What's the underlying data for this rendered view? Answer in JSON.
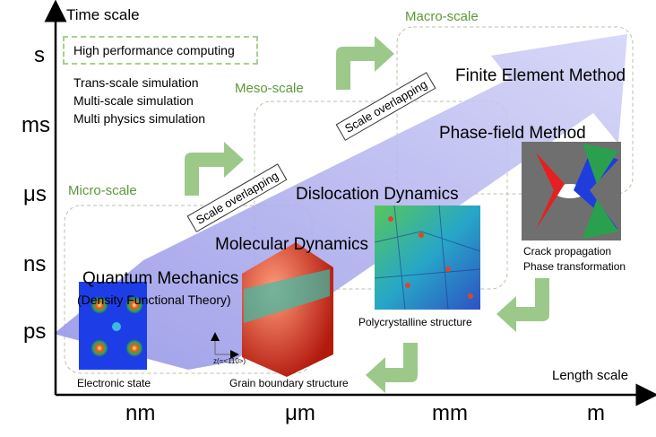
{
  "axes": {
    "y_title": "Time scale",
    "x_title": "Length scale",
    "y_ticks": [
      "s",
      "ms",
      "μs",
      "ns",
      "ps"
    ],
    "x_ticks": [
      "nm",
      "μm",
      "mm",
      "m"
    ]
  },
  "hpc": {
    "label": "High performance computing",
    "items": [
      "Trans-scale simulation",
      "Multi-scale simulation",
      "Multi  physics simulation"
    ]
  },
  "scales": {
    "micro": "Micro-scale",
    "meso": "Meso-scale",
    "macro": "Macro-scale"
  },
  "methods": {
    "qm": "Quantum Mechanics",
    "dft": "(Density Functional Theory)",
    "md": "Molecular Dynamics",
    "dd": "Dislocation Dynamics",
    "pf": "Phase-field Method",
    "fem": "Finite Element Method"
  },
  "overlap": {
    "label1": "Scale overlapping",
    "label2": "Scale overlapping"
  },
  "captions": {
    "electronic": "Electronic state",
    "grain": "Grain boundary structure",
    "poly": "Polycrystalline structure",
    "crack": "Crack propagation",
    "phase": "Phase transformation",
    "axis_label": "z(=<110>)"
  },
  "colors": {
    "green_arrow": "#9cc98a",
    "green_text": "#5a9a3a",
    "band": "#b9b9ef",
    "dashed": "#b8c3a8"
  }
}
